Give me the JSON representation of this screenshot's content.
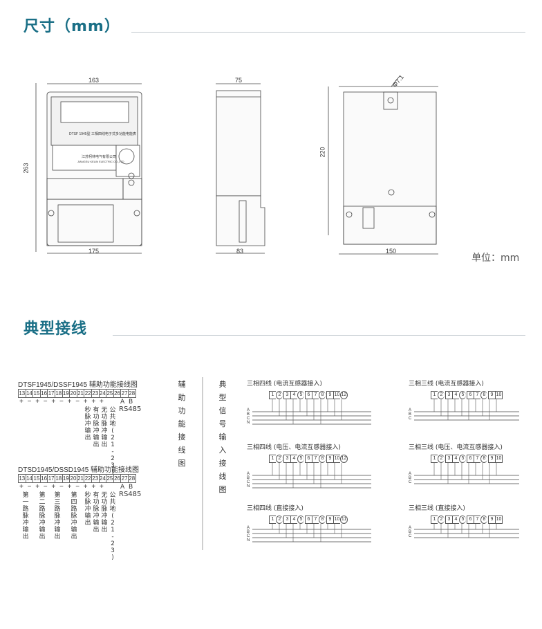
{
  "section1": {
    "title": "尺寸（mm）"
  },
  "section2": {
    "title": "典型接线"
  },
  "dims": {
    "front_top": "163",
    "front_side": "263",
    "front_bottom": "175",
    "side_top": "75",
    "side_bottom": "83",
    "back_diam": "Φ7.1",
    "back_side": "220",
    "back_bottom": "150"
  },
  "unit_label": "单位：mm",
  "meter": {
    "model_text": "DTSF 1945型 三相四线电子式多功能电能表",
    "company": "江苏柯林电气有限公司",
    "company_en": "JIANGSU KELIN ELECTRIC CO.,LTD"
  },
  "aux1": {
    "title": "DTSF1945/DSSF1945 辅助功能接线图",
    "terminals": [
      "13",
      "14",
      "15",
      "16",
      "17",
      "18",
      "19",
      "20",
      "21",
      "22",
      "23",
      "24",
      "25",
      "26",
      "27",
      "28"
    ],
    "signs": [
      "+",
      "−",
      "+",
      "−",
      "+",
      "−",
      "+",
      "−",
      "+",
      "+",
      "+"
    ],
    "cols": [
      "秒脉冲输出",
      "有功脉冲输出",
      "无功脉冲输出",
      "公共地(21-23)"
    ],
    "a": "A",
    "b": "B",
    "rs485": "RS485"
  },
  "aux2": {
    "title": "DTSD1945/DSSD1945 辅助功能接线图",
    "terminals": [
      "13",
      "14",
      "15",
      "16",
      "17",
      "18",
      "19",
      "20",
      "21",
      "22",
      "23",
      "24",
      "25",
      "26",
      "27",
      "28"
    ],
    "signs": [
      "+",
      "−",
      "+",
      "−",
      "+",
      "−",
      "+",
      "−",
      "+",
      "+",
      "+"
    ],
    "cols": [
      "第一路脉冲输出",
      "第二路脉冲输出",
      "第三路脉冲输出",
      "第四路脉冲输出",
      "秒脉冲输出",
      "有功脉冲输出",
      "无功脉冲输出",
      "公共地(21-23)"
    ],
    "a": "A",
    "b": "B",
    "rs485": "RS485"
  },
  "side_label_1": "辅助功能接线图",
  "side_label_2": "典型信号输入接线图",
  "wiring": {
    "w1": {
      "title": "三相四线 (电流互感器接入)",
      "terms": [
        "1",
        "2",
        "3",
        "4",
        "5",
        "6",
        "7",
        "8",
        "9",
        "10",
        "12"
      ]
    },
    "w2": {
      "title": "三相三线 (电流互感器接入)",
      "terms": [
        "1",
        "2",
        "3",
        "4",
        "5",
        "6",
        "7",
        "8",
        "9",
        "10"
      ]
    },
    "w3": {
      "title": "三相四线 (电压、电流互感器接入)",
      "terms": [
        "1",
        "2",
        "3",
        "4",
        "5",
        "6",
        "7",
        "8",
        "9",
        "10",
        "12"
      ]
    },
    "w4": {
      "title": "三相三线 (电压、电流互感器接入)",
      "terms": [
        "1",
        "2",
        "3",
        "4",
        "5",
        "6",
        "7",
        "8",
        "9",
        "10"
      ]
    },
    "w5": {
      "title": "三相四线 (直接接入)",
      "terms": [
        "1",
        "2",
        "3",
        "4",
        "5",
        "6",
        "7",
        "8",
        "9",
        "10",
        "11"
      ]
    },
    "w6": {
      "title": "三相三线 (直接接入)",
      "terms": [
        "1",
        "2",
        "3",
        "4",
        "5",
        "6",
        "7",
        "8",
        "9",
        "10"
      ]
    },
    "phases4": [
      "A",
      "B",
      "C",
      "N"
    ],
    "phases3": [
      "A",
      "B",
      "C"
    ]
  }
}
